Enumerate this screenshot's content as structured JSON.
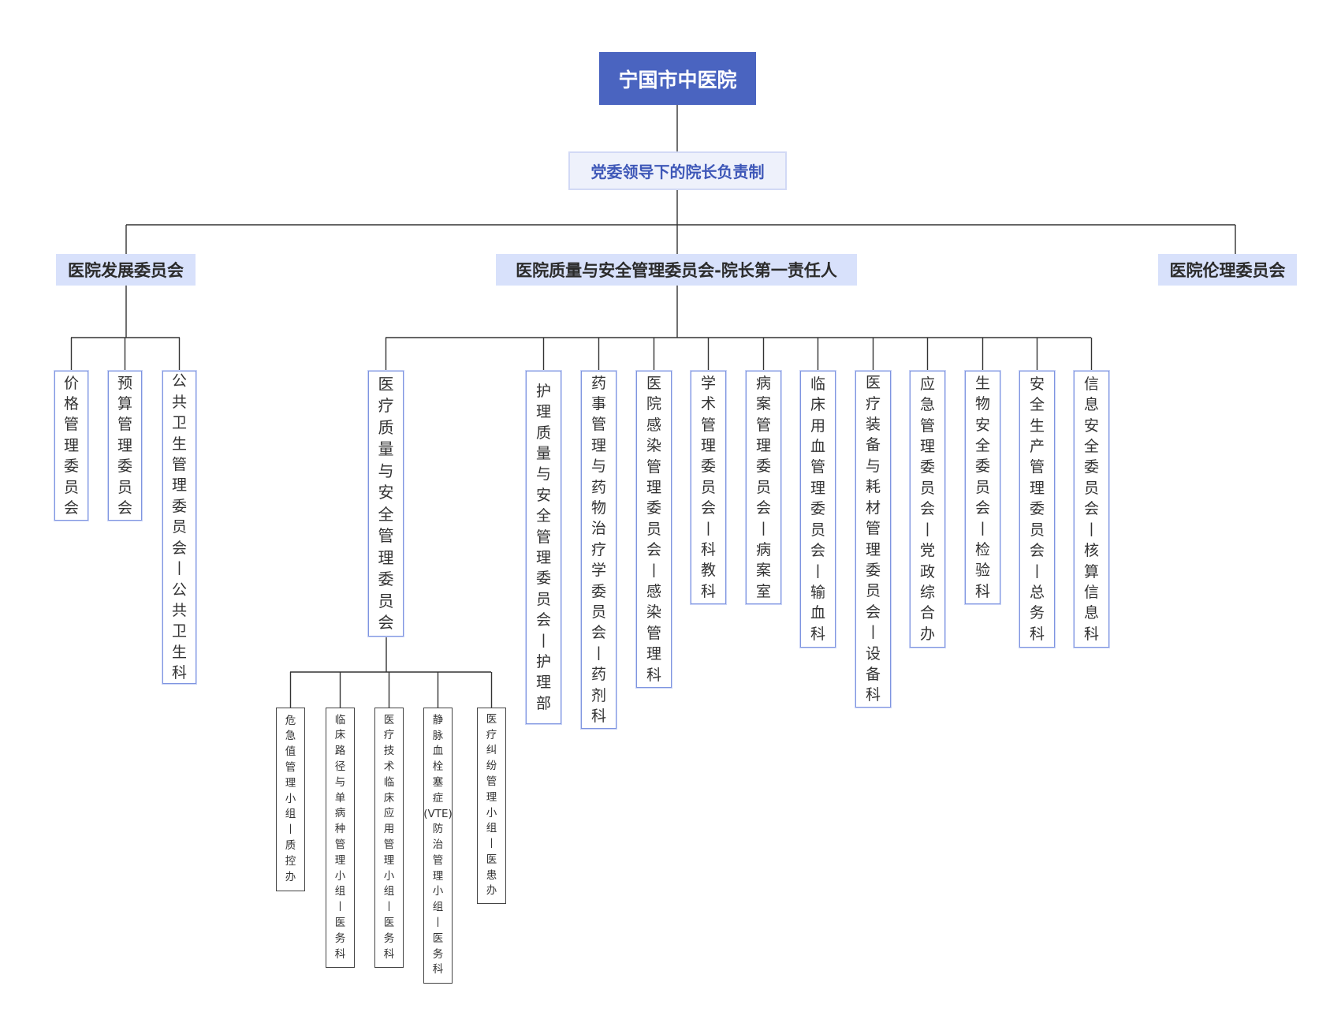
{
  "root": "宁国市中医院",
  "governance": "党委领导下的院长负责制",
  "level2": [
    {
      "label": "医院发展委员会"
    },
    {
      "label": "医院质量与安全管理委员会-院长第一责任人"
    },
    {
      "label": "医院伦理委员会"
    }
  ],
  "development_children": [
    "价格管理委员会",
    "预算管理委员会",
    "公共卫生管理委员会丨公共卫生科"
  ],
  "quality_children": [
    "医疗质量与安全管理委员会",
    "护理质量与安全管理委员会丨护理部",
    "药事管理与药物治疗学委员会丨药剂科",
    "医院感染管理委员会丨感染管理科",
    "学术管理委员会丨科教科",
    "病案管理委员会丨病案室",
    "临床用血管理委员会丨输血科",
    "医疗装备与耗材管理委员会丨设备科",
    "应急管理委员会丨党政综合办",
    "生物安全委员会丨检验科",
    "安全生产管理委员会丨总务科",
    "信息安全委员会丨核算信息科"
  ],
  "medical_quality_groups": [
    "危急值管理小组丨质控办",
    "临床路径与单病种管理小组丨医务科",
    "医疗技术临床应用管理小组丨医务科",
    "静脉血栓塞症(VTE)防治管理小组丨医务科",
    "医疗纠纷管理小组丨医患办"
  ],
  "colors": {
    "root_fill": "#4a64c0",
    "level2_fill": "#d8e1fb",
    "box_border": "#7f95e0",
    "line": "#333333"
  }
}
